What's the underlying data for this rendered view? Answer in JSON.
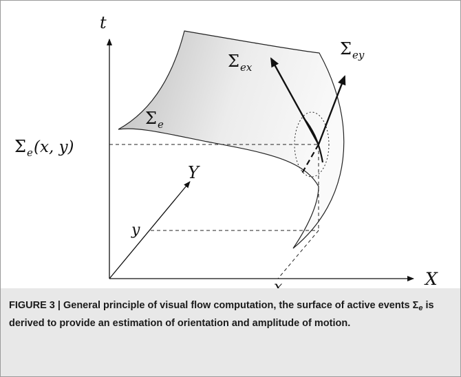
{
  "diagram": {
    "axis_t_label": "t",
    "axis_x_label": "X",
    "axis_y_label": "Y",
    "tick_x_label": "x",
    "tick_y_label": "y",
    "surface_label_sigma": "Σ",
    "surface_label_sub": "e",
    "point_label_main": "Σ",
    "point_label_sub": "e",
    "point_label_args": "(x, y)",
    "gradient_x_sigma": "Σ",
    "gradient_x_sub": "ex",
    "gradient_y_sigma": "Σ",
    "gradient_y_sub": "ey"
  },
  "caption": {
    "lead": "FIGURE 3 | General principle of visual flow computation, the surface of active events ",
    "symbol": "Σ",
    "symbol_sub": "e",
    "tail": " is derived to provide an estimation of orientation and amplitude of motion."
  },
  "colors": {
    "surface_fill_light": "#fafafa",
    "surface_fill_dark": "#bdbdbd",
    "caption_background": "#e8e8e8",
    "frame_border": "#9a9a9a"
  }
}
